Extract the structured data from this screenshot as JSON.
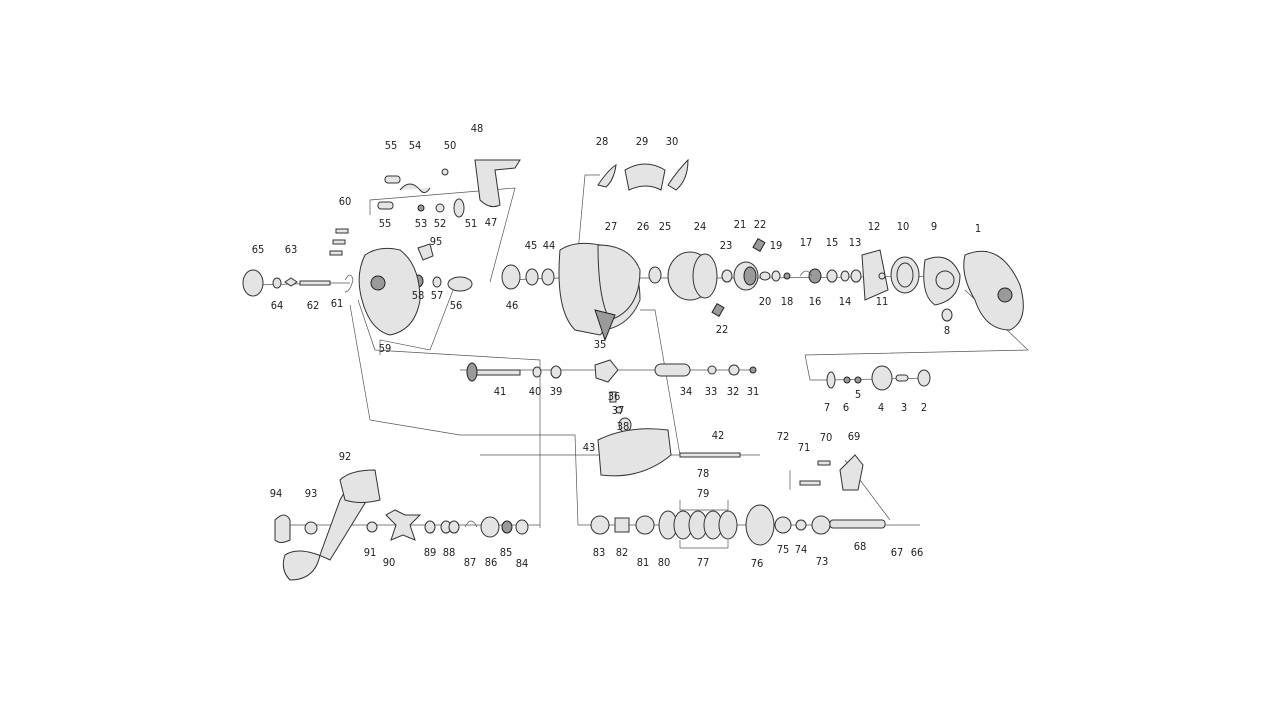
{
  "diagram": {
    "type": "exploded-parts-diagram",
    "part_labels": [
      "1",
      "2",
      "3",
      "4",
      "5",
      "6",
      "7",
      "8",
      "9",
      "10",
      "11",
      "12",
      "13",
      "14",
      "15",
      "16",
      "17",
      "18",
      "19",
      "20",
      "21",
      "22",
      "22",
      "23",
      "24",
      "25",
      "26",
      "27",
      "28",
      "29",
      "30",
      "31",
      "32",
      "33",
      "34",
      "35",
      "36",
      "37",
      "38",
      "39",
      "40",
      "41",
      "42",
      "43",
      "44",
      "45",
      "46",
      "47",
      "48",
      "50",
      "51",
      "52",
      "53",
      "54",
      "55",
      "55",
      "56",
      "57",
      "58",
      "59",
      "60",
      "61",
      "62",
      "63",
      "64",
      "65",
      "66",
      "67",
      "68",
      "69",
      "70",
      "71",
      "72",
      "73",
      "74",
      "75",
      "76",
      "77",
      "78",
      "79",
      "80",
      "81",
      "82",
      "83",
      "84",
      "85",
      "86",
      "87",
      "88",
      "89",
      "90",
      "91",
      "92",
      "93",
      "94",
      "95"
    ],
    "line_color": "#333333"
  }
}
